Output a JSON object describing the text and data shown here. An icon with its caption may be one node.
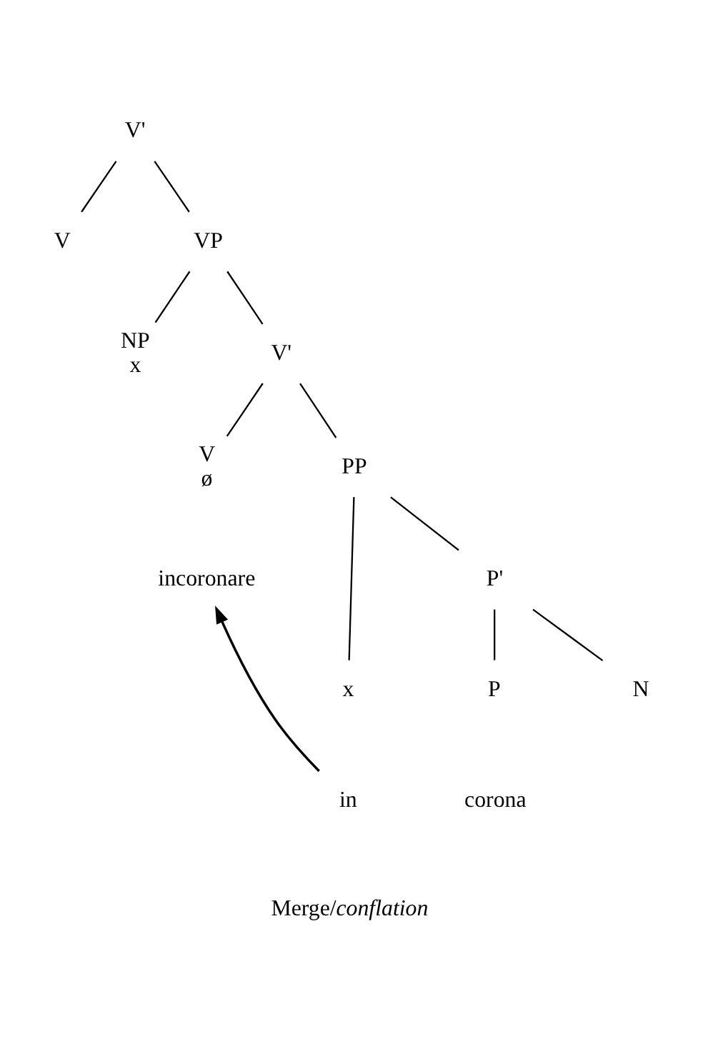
{
  "diagram": {
    "nodes": [
      {
        "text": [
          "V'"
        ]
      },
      {
        "text": [
          "V"
        ]
      },
      {
        "text": [
          "VP"
        ]
      },
      {
        "text": [
          "NP",
          "x"
        ]
      },
      {
        "text": [
          "V'"
        ]
      },
      {
        "text": [
          "V",
          "ø"
        ]
      },
      {
        "text": [
          "incoronare"
        ]
      },
      {
        "text": [
          "PP"
        ]
      },
      {
        "text": [
          "x"
        ]
      },
      {
        "text": [
          "P'"
        ]
      },
      {
        "text": [
          "P"
        ]
      },
      {
        "text": [
          "N"
        ]
      },
      {
        "text": [
          "in"
        ]
      },
      {
        "text": [
          "corona"
        ]
      }
    ],
    "edges": [
      {
        "from": 0,
        "to": 1,
        "arrow": "none"
      },
      {
        "from": 0,
        "to": 2,
        "arrow": "none"
      },
      {
        "from": 2,
        "to": 3,
        "arrow": "none"
      },
      {
        "from": 2,
        "to": 4,
        "arrow": "none"
      },
      {
        "from": 4,
        "to": 5,
        "arrow": "none"
      },
      {
        "from": 4,
        "to": 7,
        "arrow": "none"
      },
      {
        "from": 7,
        "to": 8,
        "arrow": "none"
      },
      {
        "from": 7,
        "to": 9,
        "arrow": "none"
      },
      {
        "from": 9,
        "to": 10,
        "arrow": "none"
      },
      {
        "from": 9,
        "to": 11,
        "arrow": "none"
      },
      {
        "from": 12,
        "to": 6,
        "arrow": "to"
      }
    ],
    "labels": [
      "Merge/*conflation*"
    ]
  }
}
